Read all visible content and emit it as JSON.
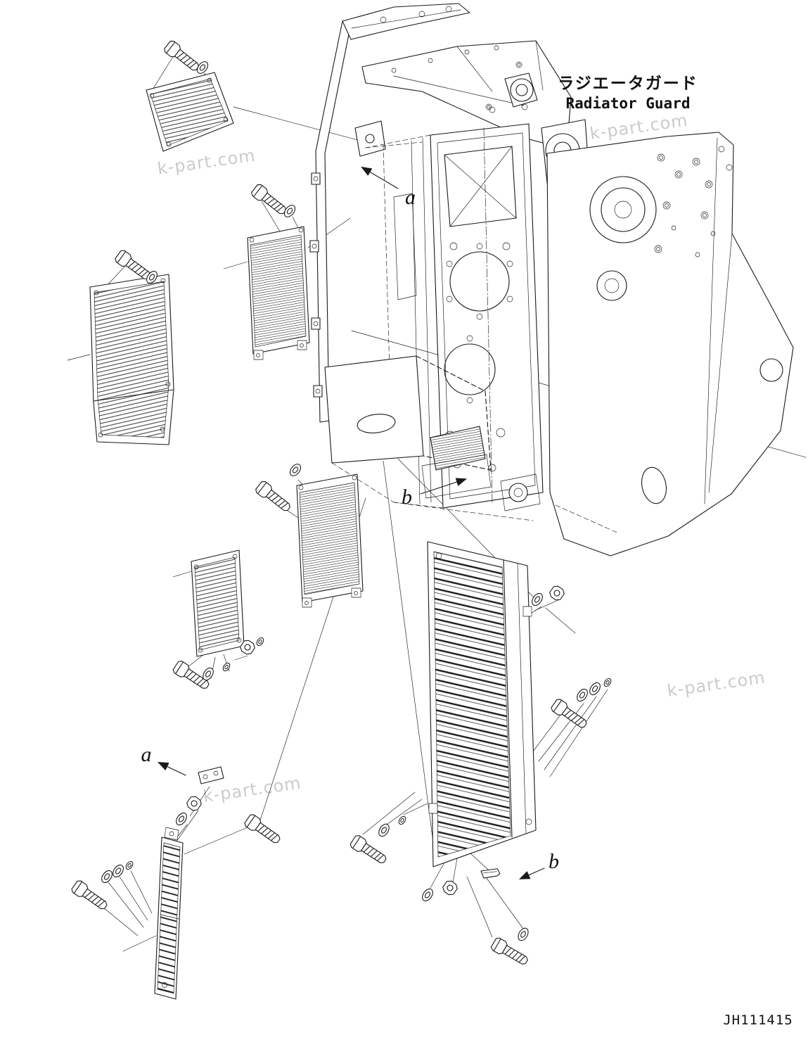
{
  "header": {
    "title_japanese": "ラジエータガード",
    "title_english": "Radiator Guard"
  },
  "callouts": {
    "a": "a",
    "b": "b"
  },
  "watermark": "k-part.com",
  "footer": {
    "drawing_number": "JH111415"
  },
  "diagram": {
    "type": "exploded-parts-diagram",
    "subject": "Radiator Guard",
    "parts_shown": [
      "radiator guard frame",
      "side plate",
      "upper side grille",
      "left grille panel",
      "upper condenser screen",
      "mid condenser screen",
      "small side grille",
      "main rear grille",
      "lower narrow grille",
      "mounting bolts",
      "washers",
      "nuts",
      "retaining clip",
      "mounting bracket"
    ],
    "colors": {
      "line": "#1a1a1a",
      "watermark": "#c6c6c6",
      "background": "#ffffff"
    }
  }
}
